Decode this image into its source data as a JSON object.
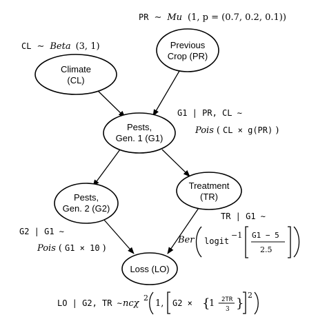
{
  "nodes": {
    "previous_crop": {
      "line1": "Previous",
      "line2": "Crop (PR)"
    },
    "climate": {
      "line1": "Climate",
      "line2": "(CL)"
    },
    "pests_gen1": {
      "line1": "Pests,",
      "line2": "Gen. 1 (G1)"
    },
    "pests_gen2": {
      "line1": "Pests,",
      "line2": "Gen. 2 (G2)"
    },
    "treatment": {
      "line1": "Treatment",
      "line2": "(TR)"
    },
    "loss": {
      "line1": "Loss (LO)"
    }
  },
  "formulas": {
    "pr": {
      "var": "PR",
      "sim": "∼",
      "dist": "Mu",
      "args": "(1, p = (0.7, 0.2, 0.1))"
    },
    "cl": {
      "var": "CL",
      "sim": "∼",
      "dist": "Beta",
      "args": "(3, 1)"
    },
    "g1": {
      "given": "G1 | PR, CL ∼",
      "dist": "Pois",
      "args_open": "(",
      "args_mono": "CL × g(PR)",
      "args_close": ")"
    },
    "g2": {
      "given": "G2 | G1 ∼",
      "dist": "Pois",
      "args_open": "(",
      "args_mono": "G1 × 10",
      "args_close": ")"
    },
    "tr": {
      "given": "TR | G1 ∼",
      "dist": "Ber",
      "logit": "logit",
      "exp": "−1",
      "num": "G1 − 5",
      "den": "2.5"
    },
    "lo": {
      "given": "LO | G2, TR ∼",
      "dist": "ncχ",
      "sq": "2",
      "inner": "1,",
      "g2": "G2 ×",
      "one": "1 −",
      "frac_num": "2TR",
      "frac_den": "3",
      "outer_sq": "2"
    }
  }
}
